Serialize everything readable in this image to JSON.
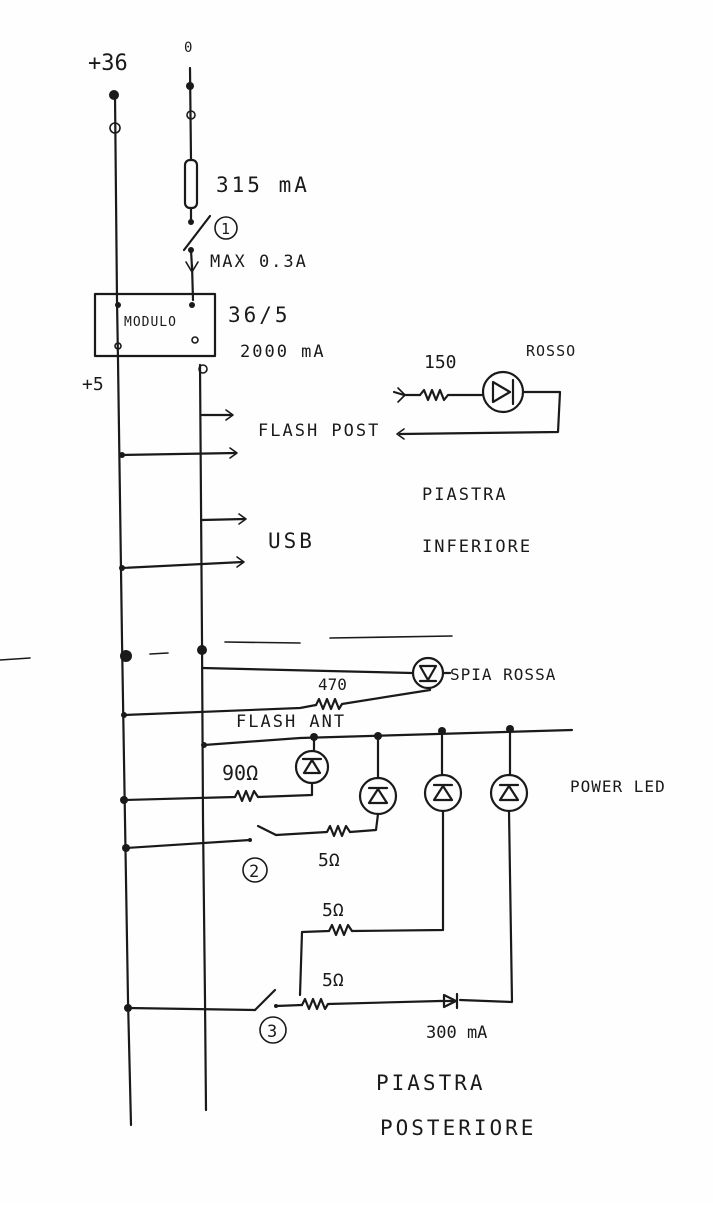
{
  "rails": {
    "left_top": "+36",
    "right_top": "0",
    "left_mid": "+5"
  },
  "fuse": {
    "rating": "315 mA",
    "switch_number": "1",
    "max_current": "MAX 0.3A"
  },
  "module": {
    "name": "MODULO",
    "ratio": "36/5",
    "current": "2000 mA"
  },
  "outputs": {
    "flash_post": "FLASH POST",
    "usb": "USB"
  },
  "lower_board": {
    "resistor": "150",
    "led_color": "ROSSO",
    "title_line1": "PIASTRA",
    "title_line2": "INFERIORE"
  },
  "rear_board": {
    "indicator_resistor": "470",
    "indicator_label": "SPIA ROSSA",
    "flash_ant": "FLASH ANT",
    "resistor_90": "90Ω",
    "power_led": "POWER LED",
    "switch2": "2",
    "r_switch2": "5Ω",
    "r_upper": "5Ω",
    "r_lower": "5Ω",
    "switch3": "3",
    "diode_current": "300 mA",
    "title_line1": "PIASTRA",
    "title_line2": "POSTERIORE"
  }
}
